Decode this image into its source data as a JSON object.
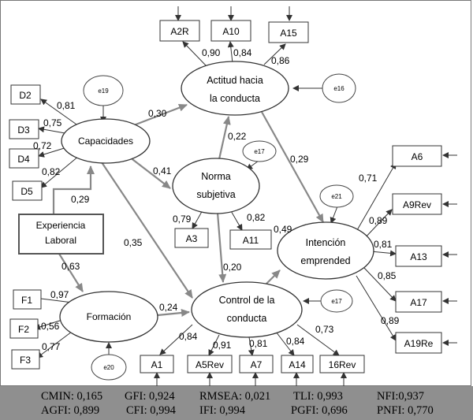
{
  "nodes": {
    "actitud": [
      "Actitud hacia",
      "la conducta"
    ],
    "capacidades": "Capacidades",
    "norma": [
      "Norma",
      "subjetiva"
    ],
    "intencion": [
      "Intención",
      "emprended"
    ],
    "control": [
      "Control de la",
      "conducta"
    ],
    "formacion": "Formación",
    "experiencia": [
      "Experiencia",
      "Laboral"
    ]
  },
  "errors": {
    "e19": "e19",
    "e16": "e16",
    "e17a": "e17",
    "e21": "e21",
    "e17b": "e17",
    "e20": "e20"
  },
  "indicators": {
    "A2R": "A2R",
    "A10": "A10",
    "A15": "A15",
    "D2": "D2",
    "D3": "D3",
    "D4": "D4",
    "D5": "D5",
    "A3": "A3",
    "A11": "A11",
    "A6": "A6",
    "A9Rev": "A9Rev",
    "A13": "A13",
    "A17": "A17",
    "A19Re": "A19Re",
    "F1": "F1",
    "F2": "F2",
    "F3": "F3",
    "A1": "A1",
    "A5Rev": "A5Rev",
    "A7": "A7",
    "A14": "A14",
    "Rev16": "16Rev"
  },
  "coefficients": {
    "a2r": "0,90",
    "a10": "0,84",
    "a15": "0,86",
    "d2": "0,81",
    "d3": "0,75",
    "d4": "0,72",
    "d5": "0,82",
    "cap_actitud": "0,30",
    "cap_norma": "0,41",
    "cap_control": "0,35",
    "exp_cap": "0,29",
    "exp_form": "0,63",
    "norma_actitud": "0,22",
    "a3": "0,79",
    "a11": "0,82",
    "norma_control": "0,20",
    "actitud_intencion": "0,29",
    "control_intencion": "0,49",
    "a6": "0,71",
    "a9": "0,89",
    "a13": "0,81",
    "a17": "0,85",
    "a19": "0,89",
    "f1": "0,97",
    "f2": "0,56",
    "f3": "0,77",
    "form_control": "0,24",
    "a1": "0,84",
    "a5": "0,91",
    "a7": "0,81",
    "a14": "0,84",
    "rev16": "0,73"
  },
  "fit_indices": {
    "cmin": "CMIN: 0,165",
    "gfi": "GFI: 0,924",
    "rmsea": "RMSEA: 0,021",
    "tli": "TLI: 0,993",
    "nfi": "NFI:0,937",
    "agfi": "AGFI: 0,899",
    "cfi": "CFI: 0,994",
    "ifi": "IFI: 0,994",
    "pgfi": "PGFI: 0,696",
    "pnfi": "PNFI: 0,770"
  }
}
